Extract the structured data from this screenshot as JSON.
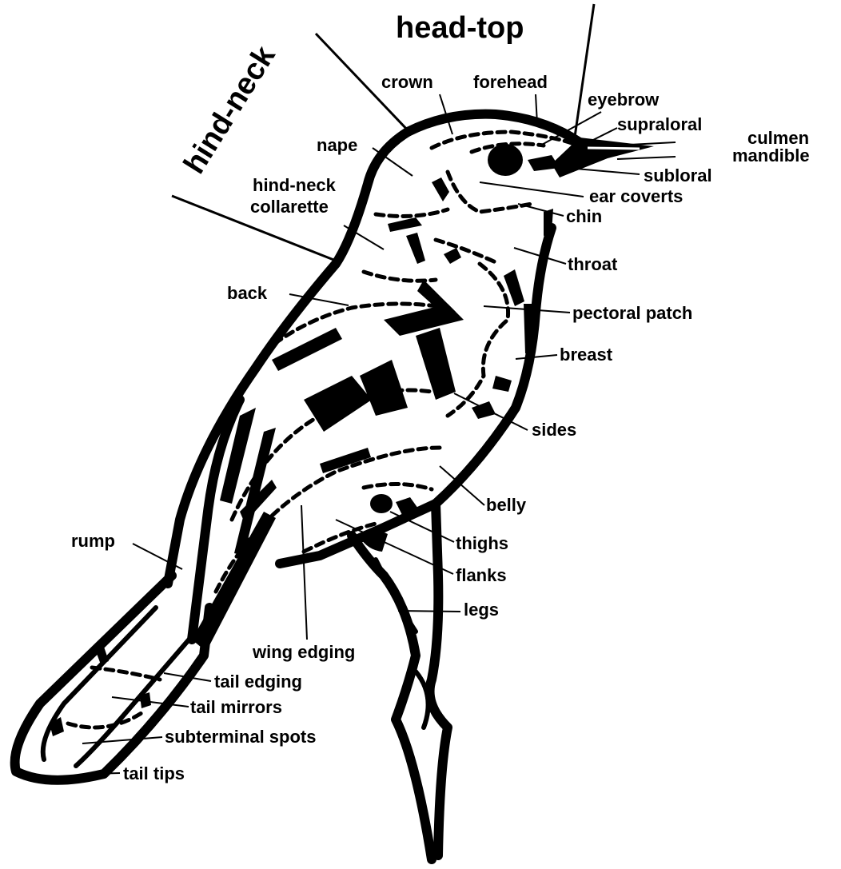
{
  "diagram": {
    "regions": {
      "head_top": "head-top",
      "hind_neck": "hind-neck"
    },
    "labels": {
      "crown": "crown",
      "forehead": "forehead",
      "eyebrow": "eyebrow",
      "supraloral": "supraloral",
      "culmen": "culmen",
      "mandible": "mandible",
      "subloral": "subloral",
      "ear_coverts": "ear coverts",
      "chin": "chin",
      "nape": "nape",
      "hind_neck_collarette_1": "hind-neck",
      "hind_neck_collarette_2": "collarette",
      "throat": "throat",
      "back": "back",
      "pectoral_patch": "pectoral patch",
      "breast": "breast",
      "sides": "sides",
      "belly": "belly",
      "thighs": "thighs",
      "flanks": "flanks",
      "rump": "rump",
      "legs": "legs",
      "wing_edging": "wing edging",
      "tail_edging": "tail edging",
      "tail_mirrors": "tail mirrors",
      "subterminal_spots": "subterminal spots",
      "tail_tips": "tail tips"
    }
  }
}
